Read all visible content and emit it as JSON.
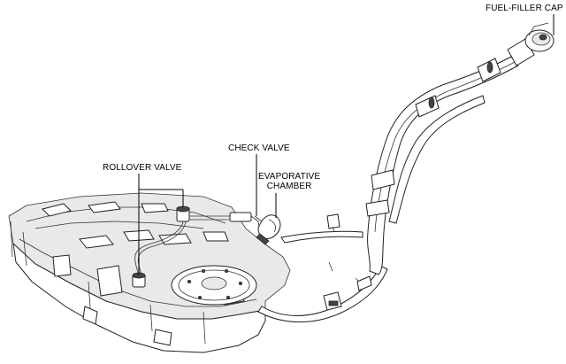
{
  "callouts": {
    "fuel_filler_cap": "FUEL-FILLER CAP",
    "check_valve": "CHECK VALVE",
    "rollover_valve": "ROLLOVER VALVE",
    "evaporative_chamber_line1": "EVAPORATIVE",
    "evaporative_chamber_line2": "CHAMBER"
  }
}
